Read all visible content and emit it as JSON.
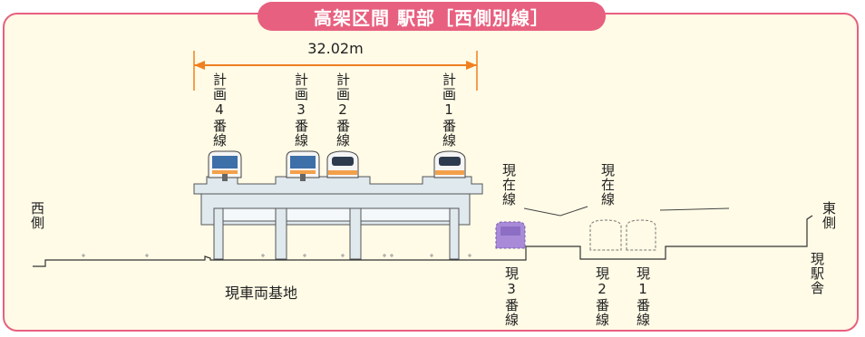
{
  "title": "高架区間 駅部［西側別線］",
  "dimension": "32.02m",
  "planned_tracks": [
    "計画4番線",
    "計画3番線",
    "計画2番線",
    "計画1番線"
  ],
  "current_tracks": [
    "現3番線",
    "現2番線",
    "現1番線"
  ],
  "current_line_labels": [
    "現在線",
    "現在線"
  ],
  "west": "西側",
  "east": "東側",
  "station_building": "現駅舎",
  "depot": "現車両基地",
  "colors": {
    "accent": "#e8607f",
    "background": "#fffbe6",
    "dimension_line": "#f08020",
    "viaduct": "#dfe9ee",
    "train_orange": "#f3a04a",
    "train_blue": "#3d6fa8",
    "removed_train": "#a88ad8"
  }
}
